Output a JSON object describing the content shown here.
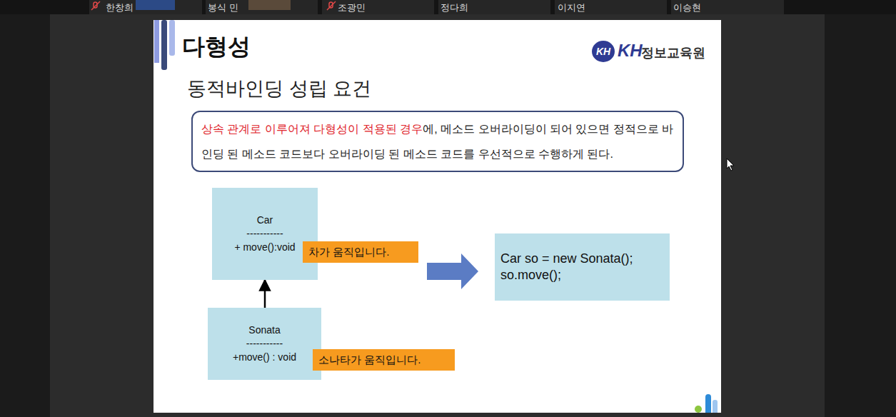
{
  "diagram": {
    "title": "다형성",
    "nodes": [
      {
        "text": [
          "KH"
        ]
      },
      {
        "text": [
          "상속 관계로 이루어져 다형성이 적용된 경우",
          "에, 메소드 오버라이딩이 되어 있으면 정적으로 바인딩 된 메소드 코드보다 오버라이딩 된 메소드 코드를 우선적으로 수행하게 된다."
        ]
      },
      {
        "text": [
          "Car",
          "-----------",
          "+ move():void"
        ]
      },
      {
        "text": [
          "차가 움직입니다."
        ]
      },
      {
        "text": [
          "Car so = new Sonata();",
          "so.move();"
        ]
      },
      {
        "text": [
          "Sonata",
          "-----------",
          "+move() : void"
        ]
      },
      {
        "text": [
          "소나타가 움직입니다."
        ]
      }
    ],
    "edges": [
      {
        "from": 5,
        "to": 2,
        "arrow": "to"
      }
    ],
    "labels": [
      "한창희",
      "봉식 민",
      "조광민",
      "정다희",
      "이지연",
      "이승현",
      "KH",
      "정보교육원",
      "동적바인딩 성립 요건"
    ]
  }
}
